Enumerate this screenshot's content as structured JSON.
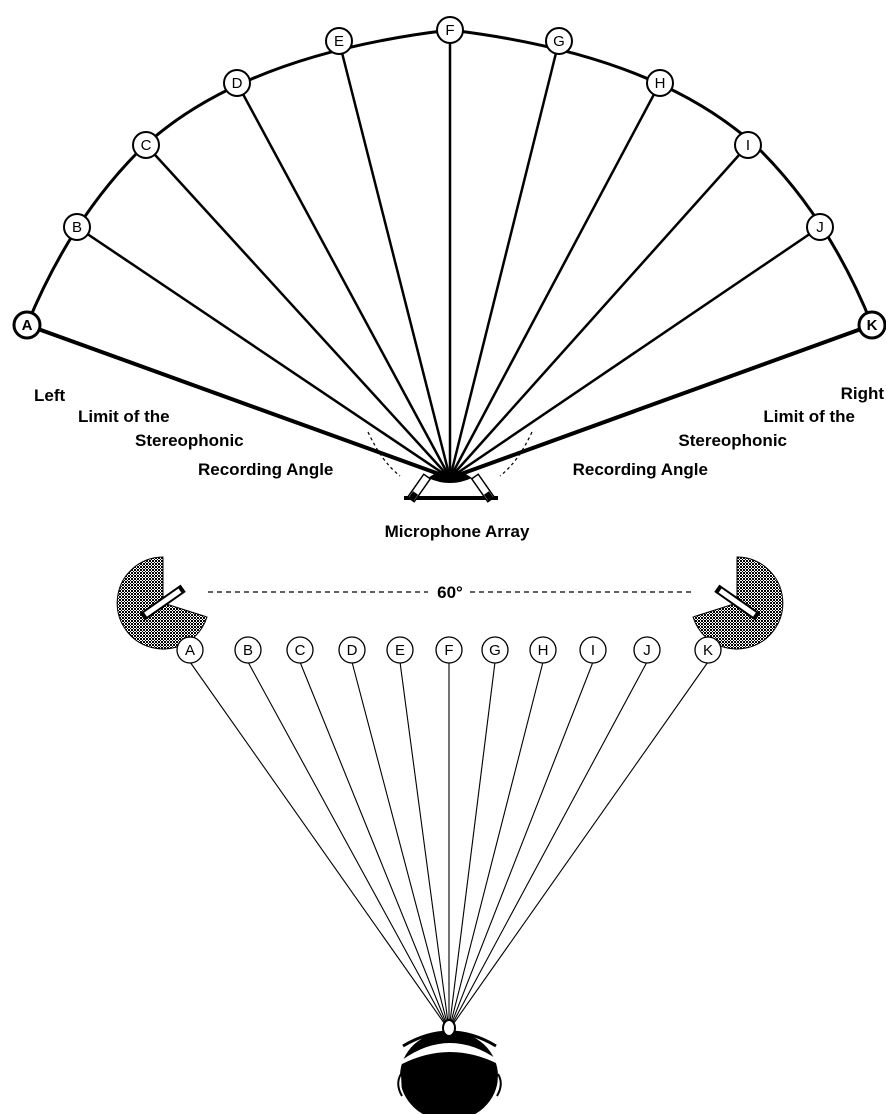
{
  "source_positions": [
    "A",
    "B",
    "C",
    "D",
    "E",
    "F",
    "G",
    "H",
    "I",
    "J",
    "K"
  ],
  "left_limit": {
    "line1": "Left",
    "line2": "Limit of the",
    "line3": "Stereophonic",
    "line4": "Recording Angle"
  },
  "right_limit": {
    "line1": "Right",
    "line2": "Limit of the",
    "line3": "Stereophonic",
    "line4": "Recording Angle"
  },
  "microphone_label": "Microphone Array",
  "speaker_angle_label": "60°",
  "colors": {
    "ink": "#000000",
    "speaker_fill": "#555555",
    "background": "#ffffff"
  }
}
